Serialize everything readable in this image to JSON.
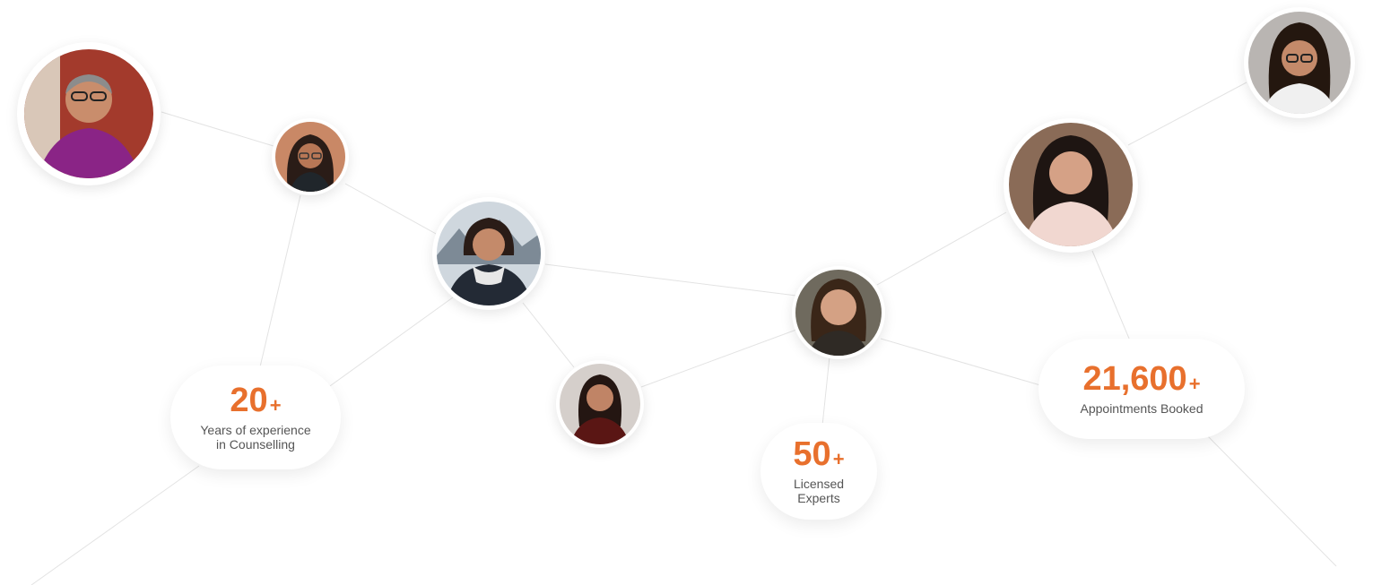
{
  "stats": {
    "experience": {
      "value": "20",
      "suffix": "+",
      "label_line1": "Years of experience",
      "label_line2": "in Counselling"
    },
    "experts": {
      "value": "50",
      "suffix": "+",
      "label_line1": "Licensed",
      "label_line2": "Experts"
    },
    "appointments": {
      "value": "21,600",
      "suffix": "+",
      "label": "Appointments Booked"
    }
  },
  "colors": {
    "accent": "#e8702d",
    "line": "#e3e3e3",
    "text": "#555555"
  },
  "avatars": [
    "expert-1",
    "expert-2",
    "expert-3",
    "expert-4",
    "expert-5",
    "expert-6",
    "expert-7"
  ]
}
